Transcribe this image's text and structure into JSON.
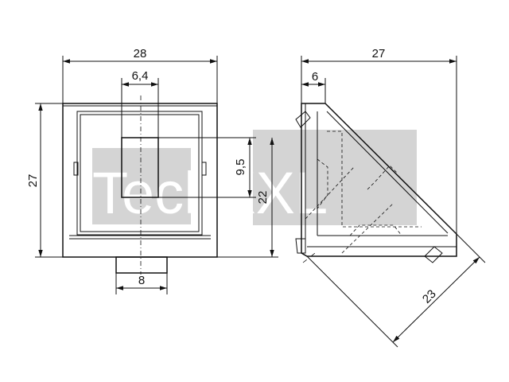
{
  "watermark": {
    "text": "TechXXL",
    "bg_color": "#d4d4d4",
    "text_color": "#ffffff"
  },
  "front_view": {
    "width_label": "28",
    "slot_width_label": "6,4",
    "height_label": "27",
    "slot_height_label": "9,5",
    "lower_height_label": "22",
    "foot_width_label": "8"
  },
  "side_view": {
    "width_label": "27",
    "offset_label": "6",
    "diagonal_label": "23"
  },
  "colors": {
    "line": "#111111",
    "background": "#ffffff"
  }
}
